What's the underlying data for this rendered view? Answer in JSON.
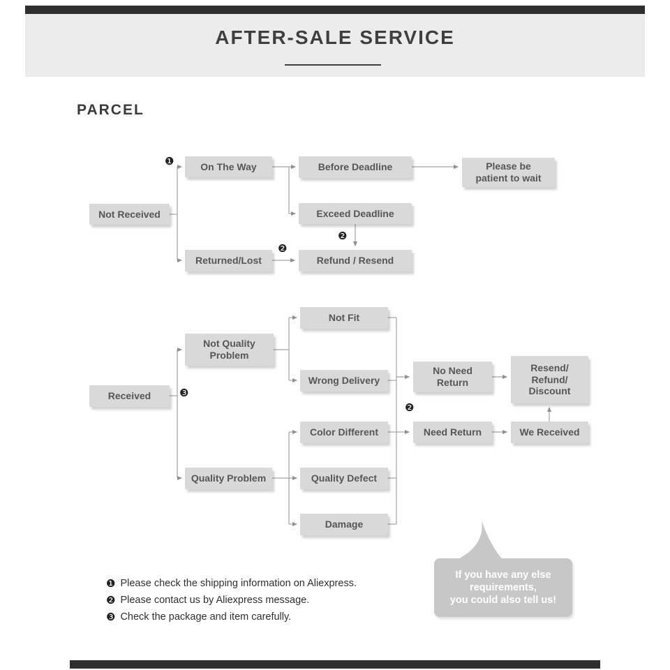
{
  "header": {
    "title": "AFTER-SALE SERVICE"
  },
  "section": {
    "title": "PARCEL"
  },
  "flowchart": {
    "nodes": {
      "not_received": "Not Received",
      "on_the_way": "On The Way",
      "before_deadline": "Before Deadline",
      "please_wait": "Please be\npatient to wait",
      "exceed_deadline": "Exceed Deadline",
      "returned_lost": "Returned/Lost",
      "refund_resend": "Refund / Resend",
      "received": "Received",
      "not_quality_problem": "Not Quality\nProblem",
      "quality_problem": "Quality Problem",
      "not_fit": "Not Fit",
      "wrong_delivery": "Wrong Delivery",
      "color_different": "Color Different",
      "quality_defect": "Quality Defect",
      "damage": "Damage",
      "no_need_return": "No Need\nReturn",
      "need_return": "Need Return",
      "resend_refund_discount": "Resend/\nRefund/\nDiscount",
      "we_received": "We Received"
    },
    "markers": {
      "one": "❶",
      "two": "❷",
      "three": "❸"
    }
  },
  "notes": [
    {
      "marker": "❶",
      "text": "Please check the shipping information on Aliexpress."
    },
    {
      "marker": "❷",
      "text": "Please contact us by Aliexpress message."
    },
    {
      "marker": "❸",
      "text": "Check the package and item carefully."
    }
  ],
  "bubble": {
    "text": "If you have any else\nrequirements,\nyou could also tell us!"
  },
  "colors": {
    "box_bg": "#d9d9d9",
    "box_text": "#565656",
    "bubble_bg": "#c7c7c7",
    "bar_dark": "#2f2f2f",
    "band_bg": "#ececec",
    "line": "#a3a3a3"
  }
}
